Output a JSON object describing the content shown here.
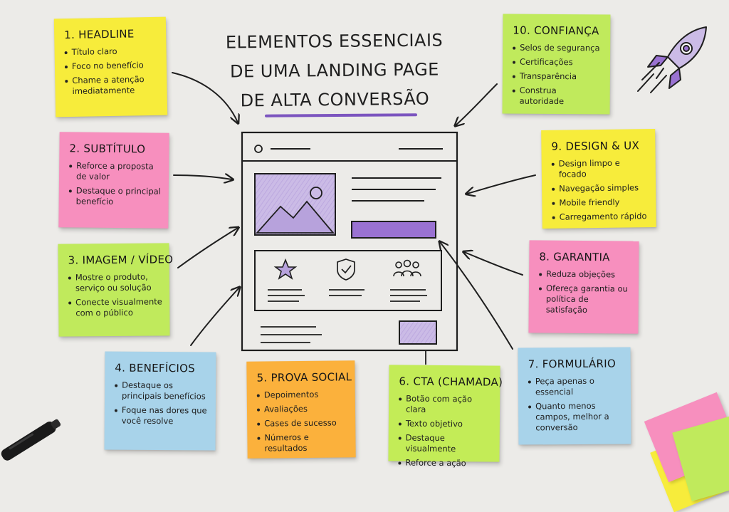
{
  "title": {
    "line1": "ELEMENTOS ESSENCIAIS",
    "line2": "DE UMA LANDING PAGE",
    "line3": "DE ALTA CONVERSÃO"
  },
  "notes": [
    {
      "id": "headline",
      "title": "1. HEADLINE",
      "color": "#f7ec3b",
      "items": [
        "Título claro",
        "Foco no benefício",
        "Chame a atenção imediatamente"
      ]
    },
    {
      "id": "subtitulo",
      "title": "2. SUBTÍTULO",
      "color": "#f78fbe",
      "items": [
        "Reforce a proposta de valor",
        "Destaque o principal benefício"
      ]
    },
    {
      "id": "imagem-video",
      "title": "3. IMAGEM / VÍDEO",
      "color": "#c0ea5c",
      "items": [
        "Mostre o produto, serviço ou solução",
        "Conecte visualmente com o público"
      ]
    },
    {
      "id": "beneficios",
      "title": "4. BENEFÍCIOS",
      "color": "#a8d3ea",
      "items": [
        "Destaque os principais benefícios",
        "Foque nas dores que você resolve"
      ]
    },
    {
      "id": "prova-social",
      "title": "5. PROVA SOCIAL",
      "color": "#fbb13c",
      "items": [
        "Depoimentos",
        "Avaliações",
        "Cases de sucesso",
        "Números e resultados"
      ]
    },
    {
      "id": "cta",
      "title": "6. CTA (CHAMADA)",
      "color": "#c3ec57",
      "items": [
        "Botão com ação clara",
        "Texto objetivo",
        "Destaque visualmente",
        "Reforce a ação"
      ]
    },
    {
      "id": "formulario",
      "title": "7. FORMULÁRIO",
      "color": "#a8d3ea",
      "items": [
        "Peça apenas o essencial",
        "Quanto menos campos, melhor a conversão"
      ]
    },
    {
      "id": "garantia",
      "title": "8. GARANTIA",
      "color": "#f78fbe",
      "items": [
        "Reduza objeções",
        "Ofereça garantia ou política de satisfação"
      ]
    },
    {
      "id": "design-ux",
      "title": "9. DESIGN & UX",
      "color": "#f7ec3b",
      "items": [
        "Design limpo e focado",
        "Navegação simples",
        "Mobile friendly",
        "Carregamento rápido"
      ]
    },
    {
      "id": "confianca",
      "title": "10. CONFIANÇA",
      "color": "#c0ea5c",
      "items": [
        "Selos de segurança",
        "Certificações",
        "Transparência",
        "Construa autoridade"
      ]
    }
  ],
  "icons": {
    "image_placeholder": "image-placeholder-icon",
    "star": "star-icon",
    "shield": "shield-check-icon",
    "people": "people-icon",
    "rocket": "rocket-icon",
    "marker": "marker-pen-icon"
  },
  "colors": {
    "accent_purple": "#7c55bf",
    "wireframe_fill": "#cbbbe6",
    "background": "#ecebe8"
  }
}
